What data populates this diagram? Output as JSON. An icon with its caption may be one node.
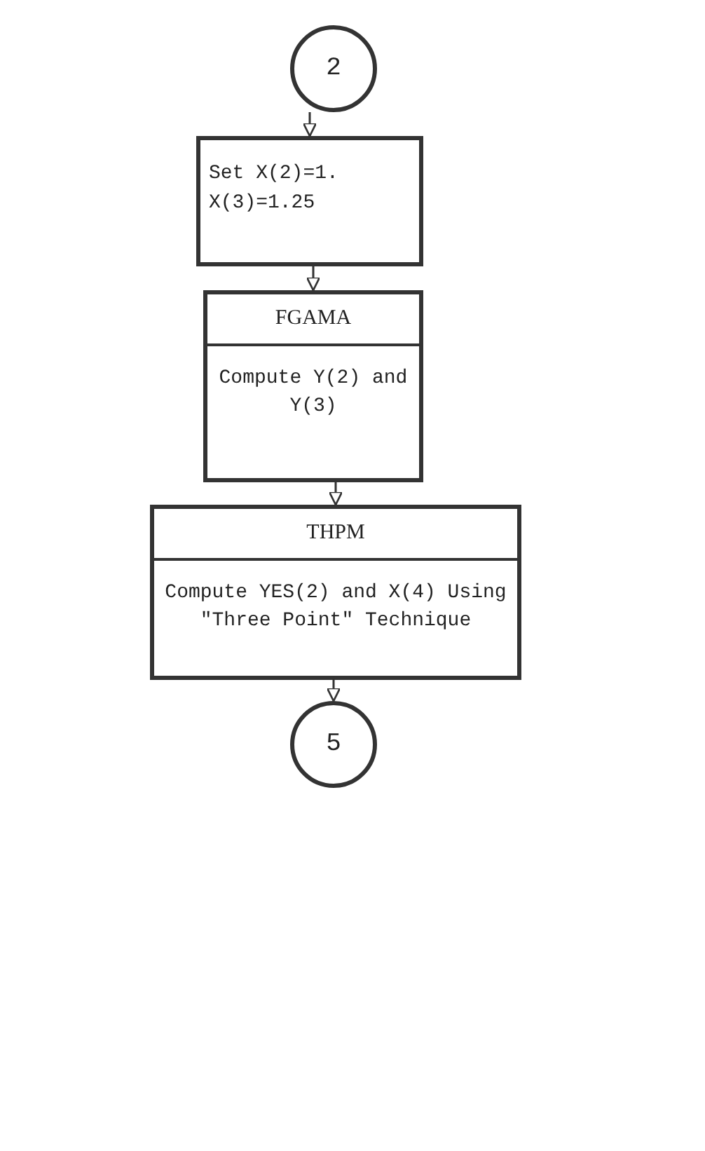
{
  "diagram": {
    "nodes": [
      {
        "text": [
          "2"
        ]
      },
      {
        "text": [
          "Set X(2)=1. X(3)=1.25"
        ]
      },
      {
        "text": [
          "FGAMA",
          "Compute Y(2) and Y(3)"
        ]
      },
      {
        "text": [
          "THPM",
          "Compute YES(2) and X(4) Using \"Three Point\" Technique"
        ]
      },
      {
        "text": [
          "5"
        ]
      }
    ],
    "edges": [
      {
        "from": 0,
        "to": 1,
        "arrow": "to"
      },
      {
        "from": 1,
        "to": 2,
        "arrow": "to"
      },
      {
        "from": 2,
        "to": 3,
        "arrow": "to"
      },
      {
        "from": 3,
        "to": 4,
        "arrow": "to"
      }
    ]
  }
}
